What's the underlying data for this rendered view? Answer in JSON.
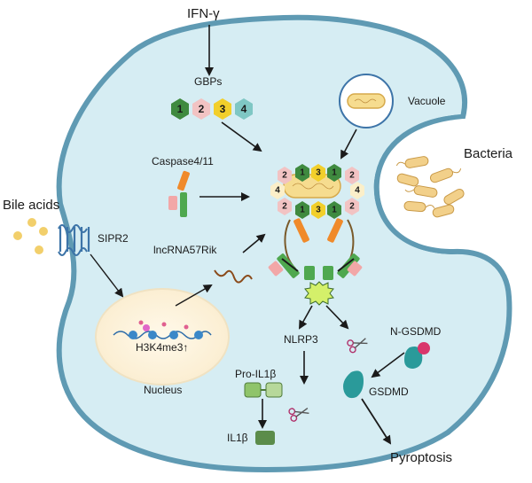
{
  "labels": {
    "ifn": "IFN-γ",
    "gbps": "GBPs",
    "vacuole": "Vacuole",
    "bacteria": "Bacteria",
    "caspase": "Caspase4/11",
    "bile_acids": "Bile acids",
    "sipr2": "SIPR2",
    "lncrna": "lncRNA57Rik",
    "h3k4me3": "H3K4me3↑",
    "nucleus": "Nucleus",
    "nlrp3": "NLRP3",
    "n_gsdmd": "N-GSDMD",
    "pro_il1b": "Pro-IL1β",
    "gsdmd": "GSDMD",
    "il1b": "IL1β",
    "pyroptosis": "Pyroptosis"
  },
  "gbp_numbers": [
    "1",
    "2",
    "3",
    "4"
  ],
  "complex_numbers": {
    "top_row": [
      "1",
      "3",
      "1"
    ],
    "sides_top": [
      "2",
      "2"
    ],
    "sides_mid": [
      "4",
      "4"
    ],
    "sides_bottom": [
      "2",
      "2"
    ],
    "bottom_row": [
      "1",
      "3",
      "1"
    ]
  },
  "colors": {
    "cell_fill": "#d6edf3",
    "cell_edge": "#5f9ab3",
    "gbp1": "#3f8a3f",
    "gbp2": "#f2c3c3",
    "gbp3": "#f2cf2b",
    "gbp4": "#7fc7c4",
    "caspase_orange": "#f08a2a",
    "caspase_green": "#4fa84f",
    "caspase_pink": "#f2a7a7",
    "gsdmd_teal": "#2a9a9a",
    "il1b_green": "#5b8c4a"
  }
}
